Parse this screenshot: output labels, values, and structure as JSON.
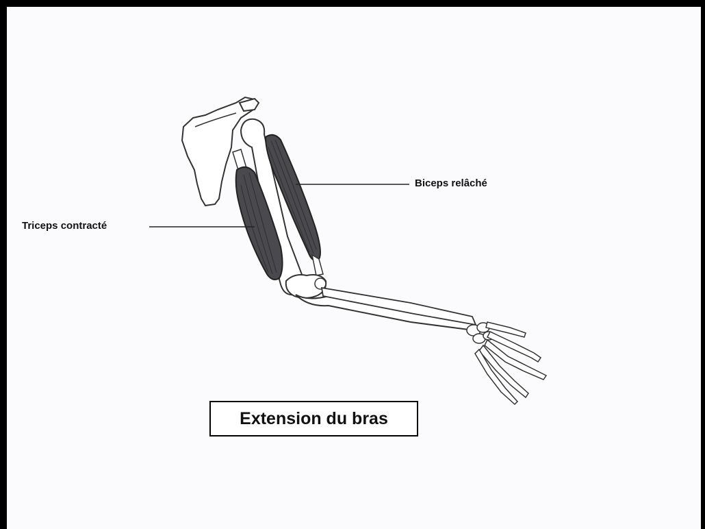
{
  "title": "Extension du bras",
  "labels": {
    "biceps": "Biceps relâché",
    "triceps": "Triceps contracté"
  },
  "colors": {
    "background": "#fbfafd",
    "frame": "#000000",
    "bone_fill": "#ffffff",
    "bone_outline": "#333333",
    "muscle_fill": "#4a4a4e",
    "leader_line": "#222222"
  }
}
